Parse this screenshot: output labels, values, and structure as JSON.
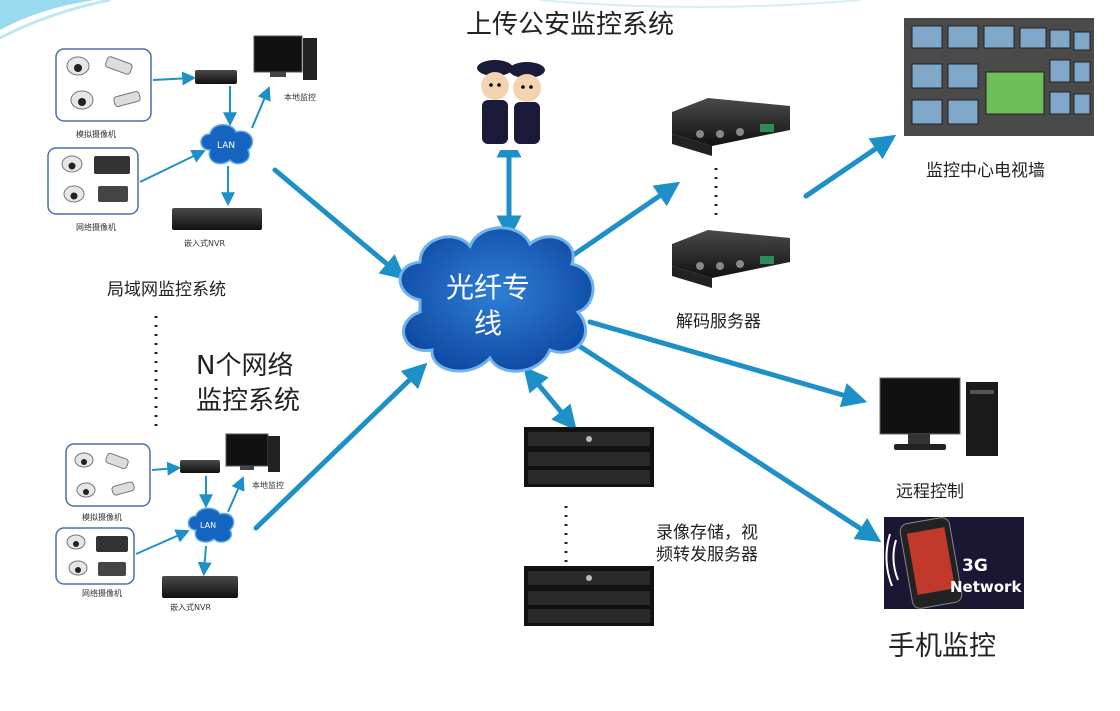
{
  "center": {
    "line1": "光纤专",
    "line2": "线"
  },
  "top_label": "上传公安监控系统",
  "lan_system": {
    "analog_cam_label": "模拟摄像机",
    "network_cam_label": "网络摄像机",
    "local_monitor_label": "本地监控",
    "lan_label": "LAN",
    "nvr_label": "嵌入式NVR",
    "system_label": "局域网监控系统"
  },
  "lan_system_b": {
    "analog_cam_label": "模拟摄像机",
    "network_cam_label": "网络摄像机",
    "local_monitor_label": "本地监控",
    "lan_label": "LAN",
    "nvr_label": "嵌入式NVR"
  },
  "n_systems": {
    "line1": "N个网络",
    "line2": "监控系统"
  },
  "decoder_label": "解码服务器",
  "tv_wall_label": "监控中心电视墙",
  "remote_label": "远程控制",
  "storage": {
    "line1": "录像存储，视",
    "line2": "频转发服务器"
  },
  "mobile_label": "手机监控",
  "phone_badge": {
    "line1": "3G",
    "line2": "Network"
  },
  "colors": {
    "arrow": "#1e90c8",
    "cloud": "#1565c0",
    "cloud_edge": "#5aa9e6"
  }
}
